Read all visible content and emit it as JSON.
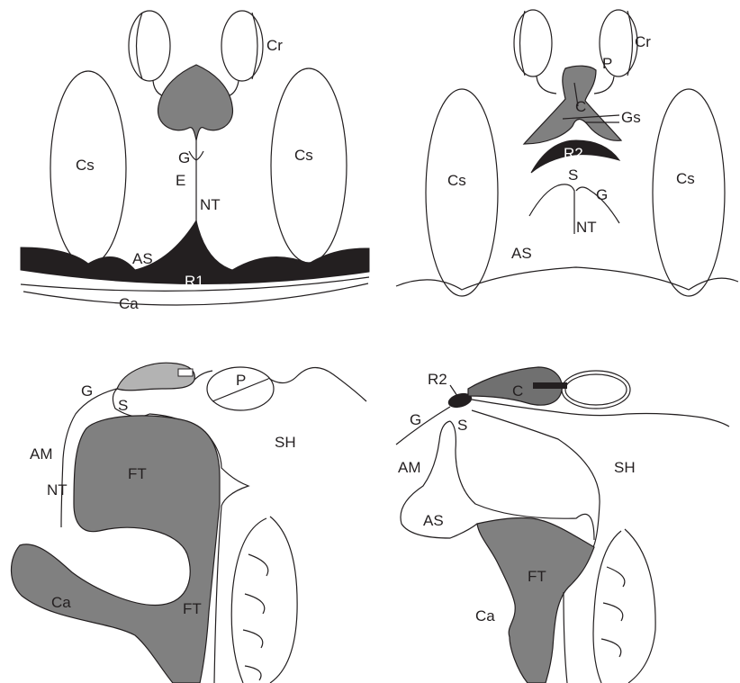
{
  "colors": {
    "line": "#231f20",
    "dark_gray": "#808080",
    "mid_gray": "#707070",
    "light_gray": "#b3b3b3",
    "black": "#231f20",
    "white": "#ffffff"
  },
  "panels": {
    "top_left": {
      "labels": {
        "cr": "Cr",
        "cs_left": "Cs",
        "cs_right": "Cs",
        "g": "G",
        "e": "E",
        "nt": "NT",
        "as": "AS",
        "r1": "R1",
        "ca": "Ca"
      }
    },
    "top_right": {
      "labels": {
        "p": "P",
        "cr": "Cr",
        "c": "C",
        "gs": "Gs",
        "r2": "R2",
        "s": "S",
        "g": "G",
        "nt": "NT",
        "cs_left": "Cs",
        "cs_right": "Cs",
        "as": "AS"
      }
    },
    "bottom_left": {
      "labels": {
        "p": "P",
        "g": "G",
        "s": "S",
        "sh": "SH",
        "am": "AM",
        "nt": "NT",
        "ft_top": "FT",
        "ft_bottom": "FT",
        "ca": "Ca"
      }
    },
    "bottom_right": {
      "labels": {
        "r2": "R2",
        "c": "C",
        "g": "G",
        "s": "S",
        "sh": "SH",
        "am": "AM",
        "as": "AS",
        "ft": "FT",
        "ca": "Ca"
      }
    }
  }
}
